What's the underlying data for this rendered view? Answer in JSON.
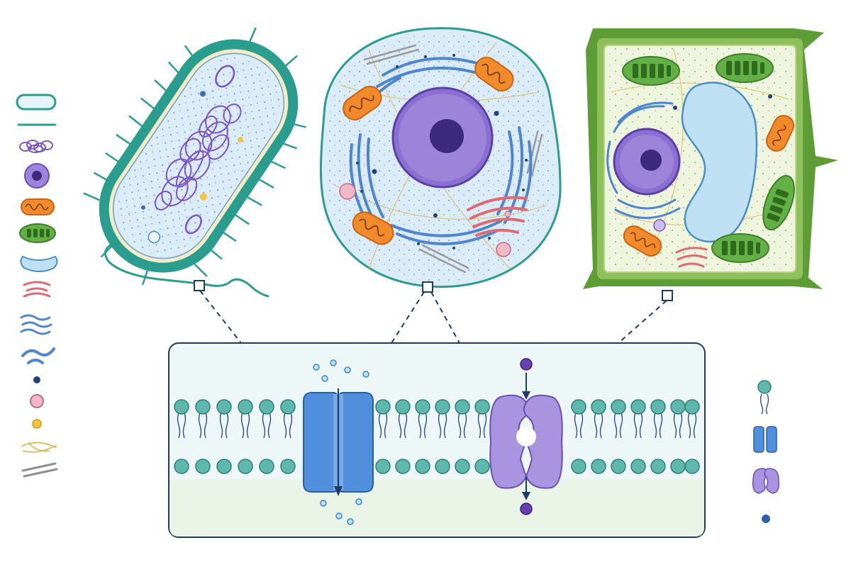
{
  "diagram": {
    "labels_present": false,
    "cells": [
      "prokaryotic-cell",
      "animal-cell",
      "plant-cell"
    ],
    "legend_left": [
      "cell-wall-icon",
      "membrane-icon",
      "nucleoid-icon",
      "nucleus-icon",
      "mitochondrion-icon",
      "chloroplast-icon",
      "vacuole-icon",
      "golgi-icon",
      "rough-er-icon",
      "smooth-er-icon",
      "ribosome-icon",
      "vesicle-icon",
      "granule-icon",
      "cytoskeleton-icon",
      "microtubule-icon"
    ],
    "legend_right": [
      "phospholipid-icon",
      "channel-protein-icon",
      "carrier-protein-icon",
      "solute-icon"
    ],
    "colors": {
      "teal": "#2a9d8f",
      "cytoplasm_blue": "#dcecf6",
      "nucleus_purple": "#8b6fd1",
      "mito_orange": "#f08a2b",
      "chloro_green": "#63b046",
      "vacuole_blue": "#bfe0f3",
      "golgi_pink": "#e9868c",
      "er_blue": "#4d86cf",
      "plant_wall": "#5e9d35",
      "membrane_head": "#5fb8ad",
      "channel_blue": "#4f8fdc",
      "carrier_purple": "#a994e0"
    }
  }
}
